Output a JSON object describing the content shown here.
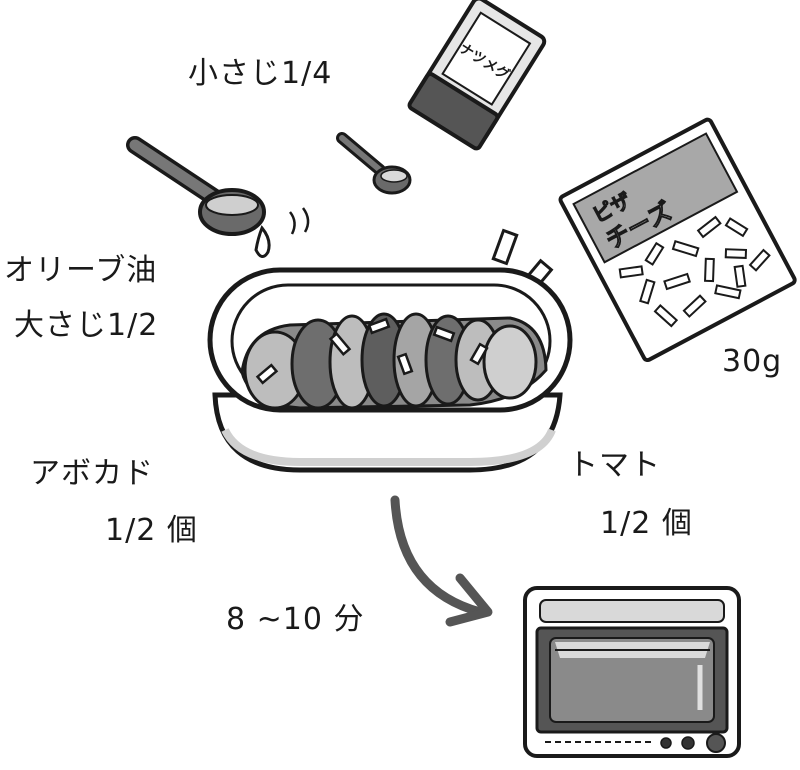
{
  "labels": {
    "salt_amount": "小さじ1/4",
    "oil_line1": "オリーブ油",
    "oil_line2": "大さじ1/2",
    "avocado_name": "アボカド",
    "avocado_qty": "1/2 個",
    "tomato_name": "トマト",
    "tomato_qty": "1/2 個",
    "cheese_weight": "30g",
    "bake_time": "8 ~10 分"
  },
  "packages": {
    "cheese_bag_line1": "ピザ",
    "cheese_bag_line2": "チーズ",
    "shaker_label": "ナツメグ"
  },
  "colors": {
    "ink": "#1a1a1a",
    "light_gray": "#cfcfcf",
    "mid_gray": "#8a8a8a",
    "dark_gray": "#555555"
  },
  "icons": {
    "large_spoon": "tablespoon-icon",
    "small_spoon": "teaspoon-icon",
    "shaker": "spice-shaker-icon",
    "cheese": "pizza-cheese-bag-icon",
    "dish": "gratin-dish-icon",
    "arrow": "curved-arrow-icon",
    "oven": "toaster-oven-icon"
  }
}
